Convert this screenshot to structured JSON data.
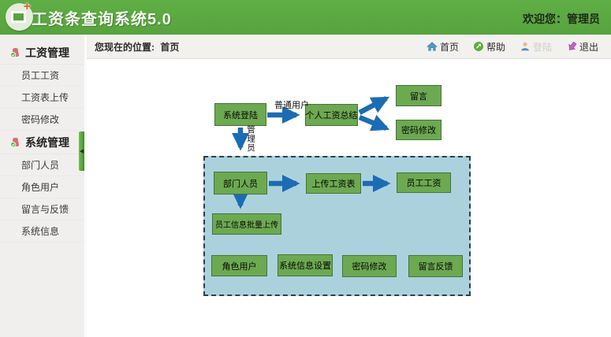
{
  "header": {
    "title": "工资条查询系统5.0",
    "welcome": "欢迎您：管理员"
  },
  "breadcrumb": {
    "location_label": "您现在的位置:",
    "current": "首页"
  },
  "topnav": [
    {
      "label": "首页",
      "icon": "home-icon"
    },
    {
      "label": "帮助",
      "icon": "help-icon"
    },
    {
      "label": "登陆",
      "icon": "user-icon",
      "disabled": true
    },
    {
      "label": "退出",
      "icon": "logout-icon"
    }
  ],
  "sidebar": {
    "groups": [
      {
        "label": "工资管理",
        "items": [
          "员工工资",
          "工资表上传",
          "密码修改"
        ]
      },
      {
        "label": "系统管理",
        "items": [
          "部门人员",
          "角色用户",
          "留言与反馈",
          "系统信息"
        ]
      }
    ]
  },
  "diagram": {
    "nodes": {
      "sys_login": "系统登陆",
      "personal_summary": "个人工资总结",
      "message": "留言",
      "pwd_change_top": "密码修改",
      "dept_staff": "部门人员",
      "upload_sheet": "上传工资表",
      "emp_salary": "员工工资",
      "batch_upload": "员工信息批量上传",
      "role_user": "角色用户",
      "sys_info_setting": "系统信息设置",
      "pwd_change_bottom": "密码修改",
      "msg_feedback": "留言反馈"
    },
    "edge_labels": {
      "normal_user": "普通用户",
      "admin": "管理员"
    }
  },
  "colors": {
    "header_green": "#58a33e",
    "node_green": "#6ca951",
    "node_border": "#44743a",
    "arrow_blue": "#1c6cb4",
    "panel_blue": "#abd2dc",
    "sidebar_bg": "#f0efed"
  }
}
